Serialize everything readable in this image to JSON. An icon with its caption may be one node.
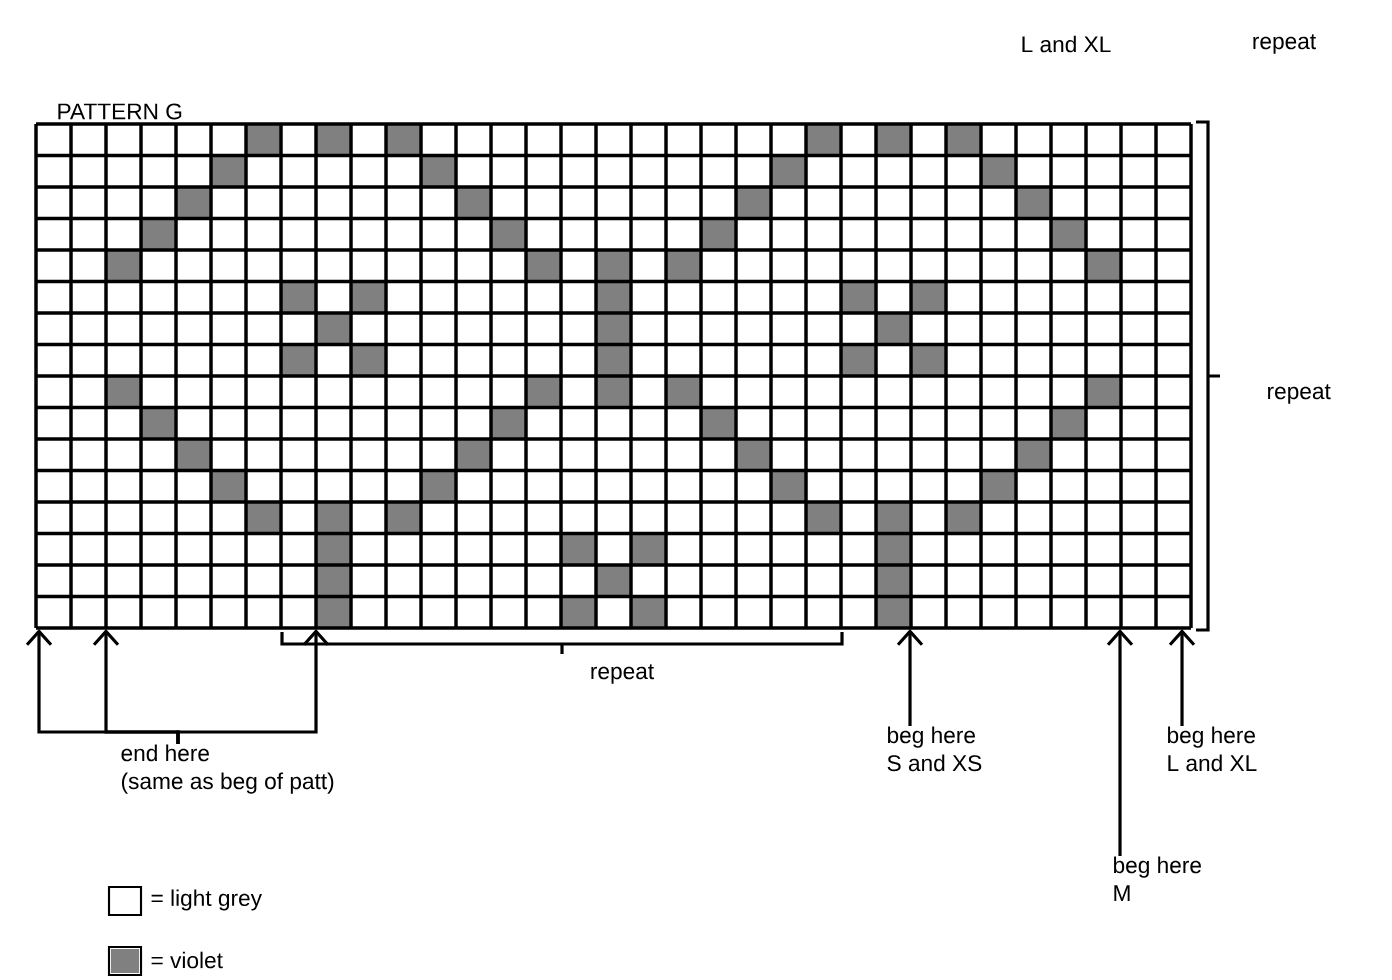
{
  "diagram": {
    "nodes": [
      {
        "text": [
          "PATTERN G"
        ]
      },
      {
        "text": [
          "end here",
          "(same as beg of patt)"
        ]
      },
      {
        "text": [
          "beg here",
          "S and XS"
        ]
      },
      {
        "text": [
          "beg here",
          "M"
        ]
      },
      {
        "text": [
          "beg here",
          "L and XL"
        ]
      }
    ],
    "edges": [
      {
        "from": 1,
        "to": 0,
        "arrow": "to"
      },
      {
        "from": 1,
        "to": 0,
        "arrow": "to"
      },
      {
        "from": 1,
        "to": 0,
        "arrow": "to"
      },
      {
        "from": 2,
        "to": 0,
        "arrow": "to"
      },
      {
        "from": 3,
        "to": 0,
        "arrow": "to"
      },
      {
        "from": 4,
        "to": 0,
        "arrow": "to"
      }
    ],
    "labels": [
      "L and XL",
      "repeat",
      "repeat",
      "repeat"
    ],
    "legend": [
      {
        "text": "= light grey",
        "color": "#ffffff"
      },
      {
        "text": "= violet",
        "color": "#808080"
      }
    ]
  }
}
